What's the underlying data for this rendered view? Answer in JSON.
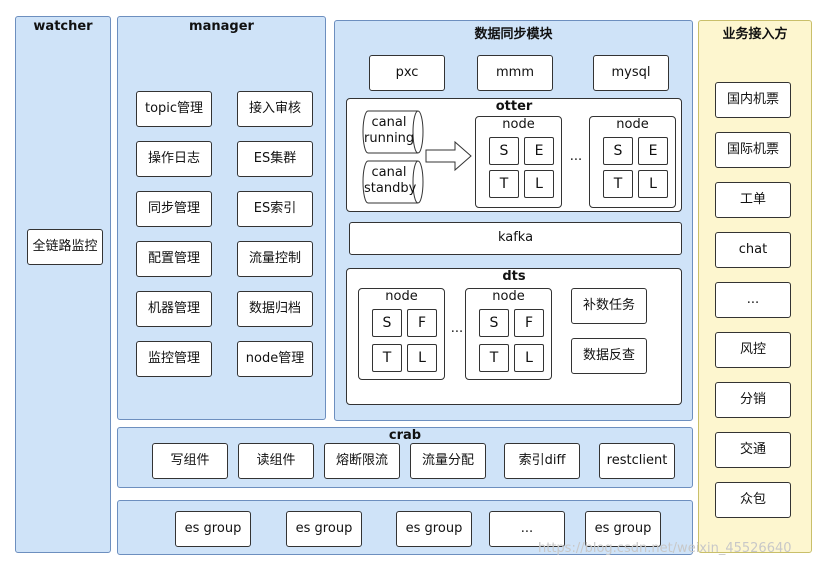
{
  "watcher": {
    "title": "watcher",
    "item": "全链路监控"
  },
  "manager": {
    "title": "manager",
    "left": [
      "topic管理",
      "操作日志",
      "同步管理",
      "配置管理",
      "机器管理",
      "监控管理"
    ],
    "right": [
      "接入审核",
      "ES集群",
      "ES索引",
      "流量控制",
      "数据归档",
      "node管理"
    ]
  },
  "sync": {
    "title": "数据同步模块",
    "sources": [
      "pxc",
      "mmm",
      "mysql"
    ],
    "otter": {
      "title": "otter",
      "canal_running": "canal running",
      "canal_standby": "canal standby",
      "node_title": "node",
      "cells": [
        "S",
        "E",
        "T",
        "L"
      ],
      "ellipsis": "..."
    },
    "kafka": "kafka",
    "dts": {
      "title": "dts",
      "node_title": "node",
      "cells": [
        "S",
        "F",
        "T",
        "L"
      ],
      "ellipsis": "...",
      "tasks": [
        "补数任务",
        "数据反查"
      ]
    }
  },
  "business": {
    "title": "业务接入方",
    "items": [
      "国内机票",
      "国际机票",
      "工单",
      "chat",
      "...",
      "风控",
      "分销",
      "交通",
      "众包"
    ]
  },
  "crab": {
    "title": "crab",
    "items": [
      "写组件",
      "读组件",
      "熔断限流",
      "流量分配",
      "索引diff",
      "restclient"
    ]
  },
  "es_groups": [
    "es group",
    "es group",
    "es group",
    "...",
    "es group"
  ],
  "watermark": "https://blog.csdn.net/weixin_45526640",
  "colors": {
    "panel_blue": "#cfe3f8",
    "panel_yellow": "#fdf6cf",
    "border": "#333333"
  }
}
